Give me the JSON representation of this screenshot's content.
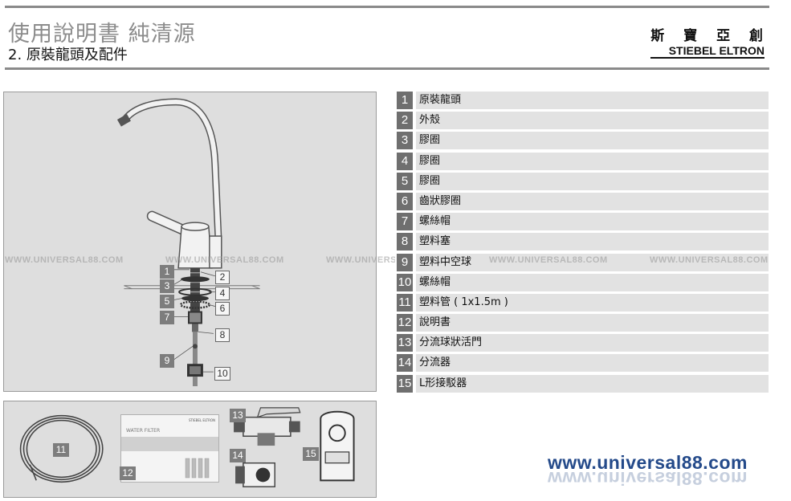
{
  "header": {
    "title": "使用說明書 純清源",
    "subtitle": "2. 原裝龍頭及配件",
    "brand_cn": "斯 寶 亞 創",
    "brand_en": "STIEBEL ELTRON"
  },
  "diagram_callouts": [
    "1",
    "2",
    "3",
    "4",
    "5",
    "6",
    "7",
    "8",
    "9",
    "10"
  ],
  "accessory_callouts": [
    "11",
    "12",
    "13",
    "14",
    "15"
  ],
  "parts": [
    {
      "num": "1",
      "name": "原裝龍頭"
    },
    {
      "num": "2",
      "name": "外殼"
    },
    {
      "num": "3",
      "name": "膠圈"
    },
    {
      "num": "4",
      "name": "膠圈"
    },
    {
      "num": "5",
      "name": "膠圈"
    },
    {
      "num": "6",
      "name": "齒狀膠圈"
    },
    {
      "num": "7",
      "name": "螺絲帽"
    },
    {
      "num": "8",
      "name": "塑料塞"
    },
    {
      "num": "9",
      "name": "塑料中空球"
    },
    {
      "num": "10",
      "name": "螺絲帽"
    },
    {
      "num": "11",
      "name": "塑料管 ( 1x1.5m )"
    },
    {
      "num": "12",
      "name": "說明書"
    },
    {
      "num": "13",
      "name": "分流球狀活門"
    },
    {
      "num": "14",
      "name": "分流器"
    },
    {
      "num": "15",
      "name": "L形接駁器"
    }
  ],
  "manual_sheet": {
    "product": "WATER FILTER",
    "brand": "STIEBEL ELTRON"
  },
  "watermarks": [
    "WWW.UNIVERSAL88.COM",
    "WWW.UNIVERSAL88.COM",
    "WWW.UNIVERSAL88.COM",
    "WWW.UNIVERSAL88.COM",
    "WWW.UNIVERSAL88.COM"
  ],
  "footer": {
    "site_url": "www.universal88.com"
  },
  "colors": {
    "rule": "#8a8a8a",
    "panel": "#dedede",
    "callout": "#7d7d7d",
    "part_number": "#6f6f6f",
    "part_row": "#e2e2e2",
    "url": "#244a8a"
  }
}
